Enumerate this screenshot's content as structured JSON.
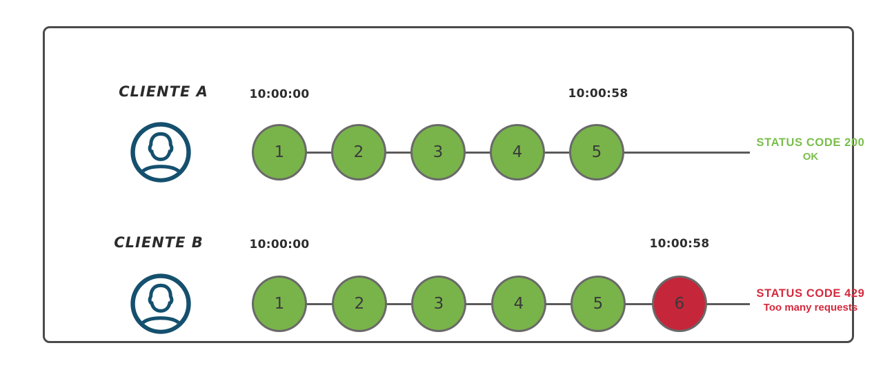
{
  "diagram_title": "rate-limit-requests-diagram",
  "colors": {
    "request_ok_fill": "#79b44a",
    "request_blocked_fill": "#c5263a",
    "status_ok_text": "#7abe4c",
    "status_error_text": "#d42a3d",
    "avatar_blue": "#15506e",
    "node_stroke": "#696969",
    "frame_border": "#4a4a4a",
    "connector_line": "#5a5a5a"
  },
  "icons": {
    "client_avatar": "user-avatar-icon"
  },
  "rows": [
    {
      "client": "CLIENTE A",
      "start_time": "10:00:00",
      "end_time": "10:00:58",
      "requests": [
        "1",
        "2",
        "3",
        "4",
        "5"
      ],
      "status_line1": "STATUS CODE 200",
      "status_line2": "OK"
    },
    {
      "client": "CLIENTE B",
      "start_time": "10:00:00",
      "end_time": "10:00:58",
      "requests": [
        "1",
        "2",
        "3",
        "4",
        "5",
        "6"
      ],
      "status_line1": "STATUS CODE 429",
      "status_line2": "Too many requests"
    }
  ]
}
